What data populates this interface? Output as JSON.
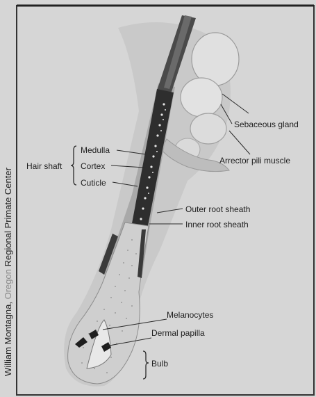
{
  "credit": {
    "author": "William Montagna,",
    "institution_faded": "Oregon",
    "institution_rest": "Regional Primate Center"
  },
  "labels": {
    "hair_shaft": "Hair shaft",
    "medulla": "Medulla",
    "cortex": "Cortex",
    "cuticle": "Cuticle",
    "sebaceous_gland": "Sebaceous gland",
    "arrector_pili_muscle": "Arrector pili muscle",
    "outer_root_sheath": "Outer root sheath",
    "inner_root_sheath": "Inner root sheath",
    "melanocytes": "Melanocytes",
    "dermal_papilla": "Dermal papilla",
    "bulb": "Bulb"
  },
  "colors": {
    "background": "#d6d6d6",
    "hair": "#3a3a3a",
    "tissue": "#b8b8b8",
    "text": "#1f1f1f"
  }
}
